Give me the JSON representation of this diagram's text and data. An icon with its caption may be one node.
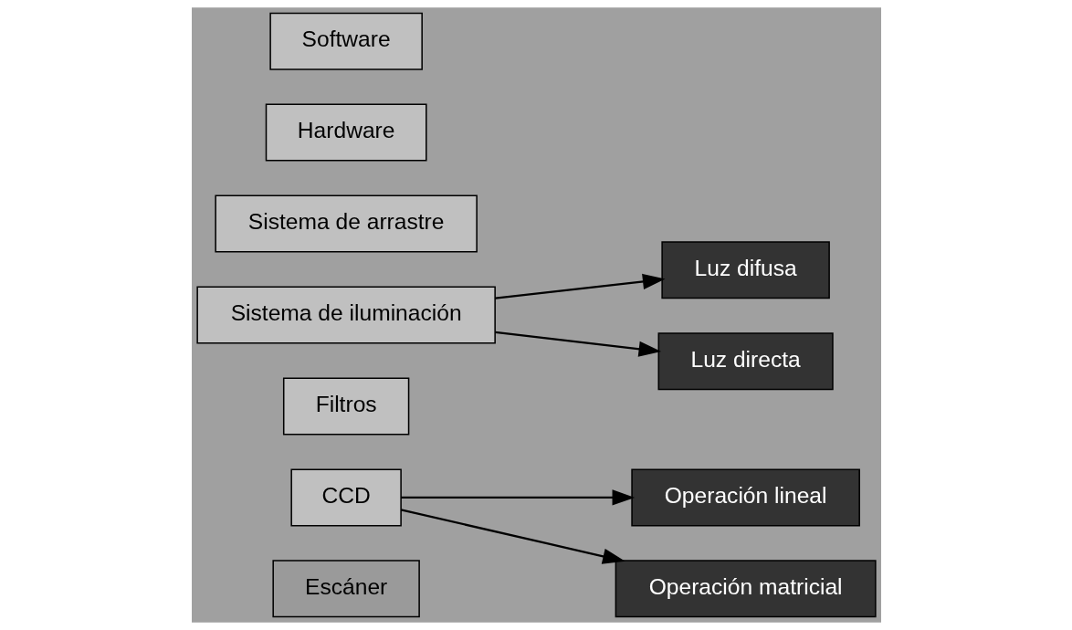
{
  "diagram": {
    "nodes": [
      {
        "text": [
          "Escáner"
        ]
      },
      {
        "text": [
          "CCD"
        ]
      },
      {
        "text": [
          "Filtros"
        ]
      },
      {
        "text": [
          "Sistema de iluminación"
        ]
      },
      {
        "text": [
          "Sistema de arrastre"
        ]
      },
      {
        "text": [
          "Hardware"
        ]
      },
      {
        "text": [
          "Software"
        ]
      },
      {
        "text": [
          "Operación lineal"
        ]
      },
      {
        "text": [
          "Operación matricial"
        ]
      },
      {
        "text": [
          "Luz difusa"
        ]
      },
      {
        "text": [
          "Luz directa"
        ]
      }
    ],
    "edges": [
      {
        "from": 1,
        "to": 7,
        "arrow": "to"
      },
      {
        "from": 1,
        "to": 8,
        "arrow": "to"
      },
      {
        "from": 3,
        "to": 9,
        "arrow": "to"
      },
      {
        "from": 3,
        "to": 10,
        "arrow": "to"
      }
    ]
  }
}
